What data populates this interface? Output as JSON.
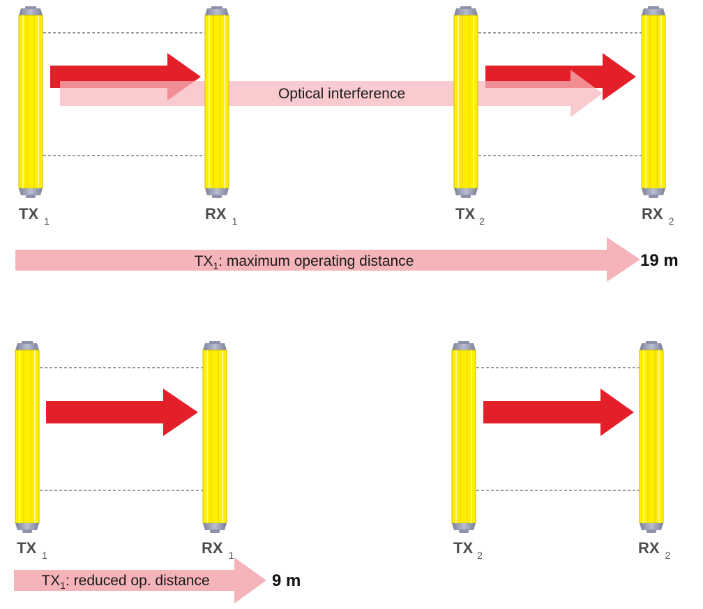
{
  "colors": {
    "bar_yellow": "#ffee00",
    "bar_edge": "#d4c000",
    "cap_grey": "#9a9fb6",
    "beam_red": "#e3202a",
    "interference_pink": "#f6b7bc",
    "distance_pink": "#f5b4b9"
  },
  "top_scenario": {
    "devices": [
      {
        "name": "TX",
        "sub": "1"
      },
      {
        "name": "RX",
        "sub": "1"
      },
      {
        "name": "TX",
        "sub": "2"
      },
      {
        "name": "RX",
        "sub": "2"
      }
    ],
    "interference_label": "Optical interference",
    "distance_label": {
      "prefix": "TX",
      "sub": "1",
      "rest": ": maximum operating distance"
    },
    "distance_value": "19 m"
  },
  "bottom_scenario": {
    "devices": [
      {
        "name": "TX",
        "sub": "1"
      },
      {
        "name": "RX",
        "sub": "1"
      },
      {
        "name": "TX",
        "sub": "2"
      },
      {
        "name": "RX",
        "sub": "2"
      }
    ],
    "distance_label": {
      "prefix": "TX",
      "sub": "1",
      "rest": ": reduced op. distance"
    },
    "distance_value": "9 m"
  }
}
